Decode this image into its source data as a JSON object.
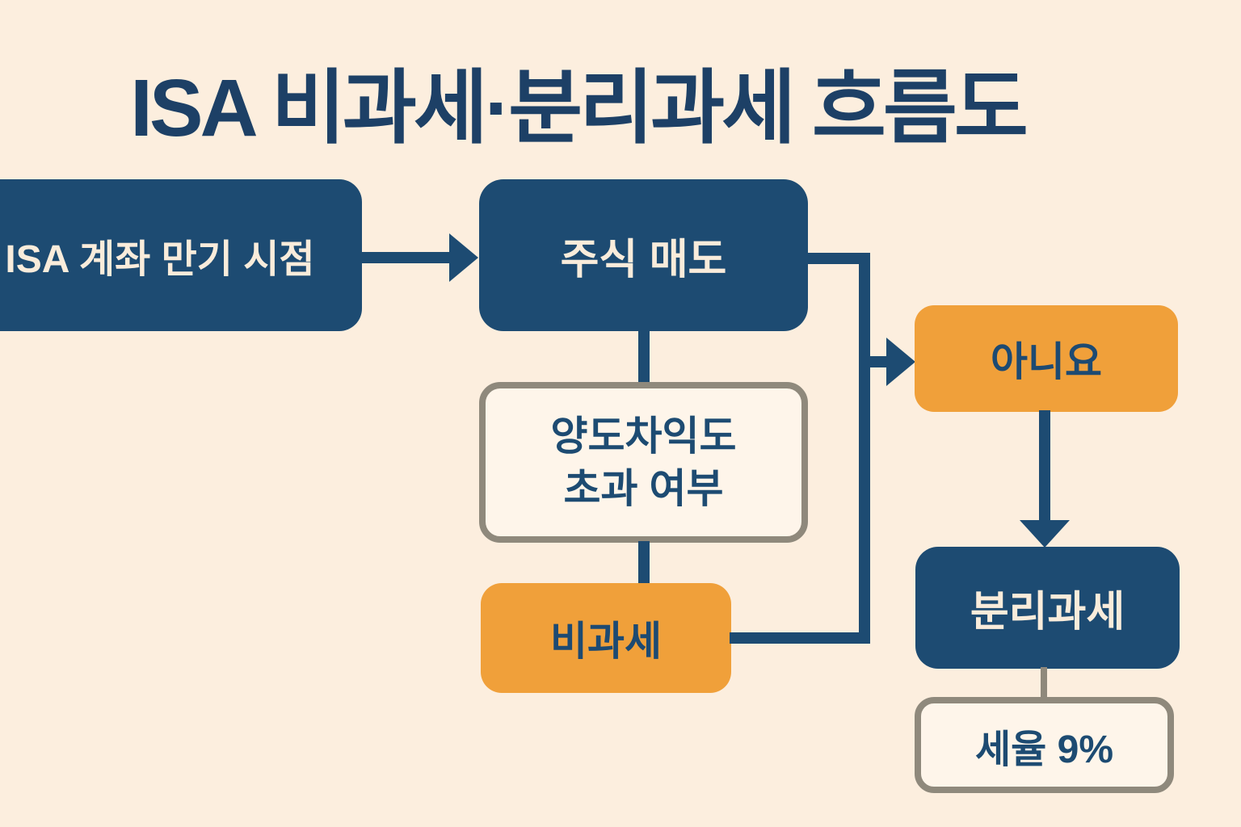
{
  "title": "ISA 비과세·분리과세 흐름도",
  "colors": {
    "background": "#fceede",
    "navy_box": "#1d4b72",
    "navy_title": "#1d4066",
    "orange_box": "#f0a03a",
    "cream_text": "#f9ecdb",
    "gray_border": "#8f897c",
    "outlined_box_bg": "#fef5ea"
  },
  "nodes": [
    {
      "id": "isa-maturity",
      "label": "ISA 계좌 만기 시점",
      "style": "navy-filled"
    },
    {
      "id": "stock-sale",
      "label": "주식 매도",
      "style": "navy-filled"
    },
    {
      "id": "gains-check",
      "label_line1": "양도차익도",
      "label_line2": "초과 여부",
      "style": "outlined"
    },
    {
      "id": "tax-free",
      "label": "비과세",
      "style": "orange-filled"
    },
    {
      "id": "no",
      "label": "아니요",
      "style": "orange-filled"
    },
    {
      "id": "separate-tax",
      "label": "분리과세",
      "style": "navy-filled"
    },
    {
      "id": "tax-rate",
      "label": "세율 9%",
      "style": "outlined"
    }
  ],
  "edges": [
    {
      "from": "isa-maturity",
      "to": "stock-sale",
      "type": "arrow"
    },
    {
      "from": "stock-sale",
      "to": "gains-check",
      "type": "line"
    },
    {
      "from": "gains-check",
      "to": "tax-free",
      "type": "line"
    },
    {
      "from": "stock-sale",
      "to": "no",
      "type": "arrow"
    },
    {
      "from": "tax-free",
      "to": "no",
      "type": "line"
    },
    {
      "from": "no",
      "to": "separate-tax",
      "type": "arrow"
    },
    {
      "from": "separate-tax",
      "to": "tax-rate",
      "type": "line"
    }
  ]
}
